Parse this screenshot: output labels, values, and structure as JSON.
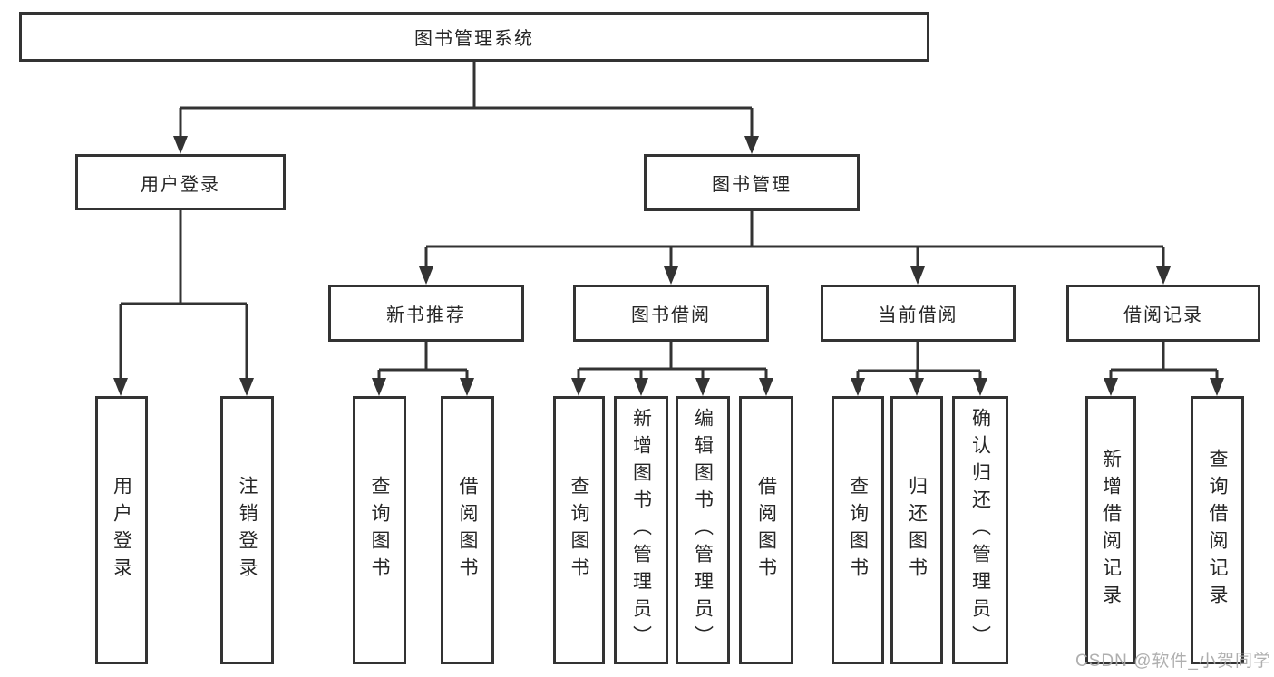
{
  "diagram": {
    "root": {
      "label": "图书管理系统",
      "children": [
        {
          "label": "用户登录",
          "children": [
            {
              "label": "用户登录"
            },
            {
              "label": "注销登录"
            }
          ]
        },
        {
          "label": "图书管理",
          "children": [
            {
              "label": "新书推荐",
              "children": [
                {
                  "label": "查询图书"
                },
                {
                  "label": "借阅图书"
                }
              ]
            },
            {
              "label": "图书借阅",
              "children": [
                {
                  "label": "查询图书"
                },
                {
                  "label": "新增图书（管理员）"
                },
                {
                  "label": "编辑图书（管理员）"
                },
                {
                  "label": "借阅图书"
                }
              ]
            },
            {
              "label": "当前借阅",
              "children": [
                {
                  "label": "查询图书"
                },
                {
                  "label": "归还图书"
                },
                {
                  "label": "确认归还（管理员）"
                }
              ]
            },
            {
              "label": "借阅记录",
              "children": [
                {
                  "label": "新增借阅记录"
                },
                {
                  "label": "查询借阅记录"
                }
              ]
            }
          ]
        }
      ]
    },
    "watermark": "CSDN @软件_小贺同学",
    "colors": {
      "line": "#333333",
      "box_border": "#333333",
      "box_background": "#ffffff",
      "text": "#262626",
      "watermark": "#a9a9a9"
    }
  }
}
